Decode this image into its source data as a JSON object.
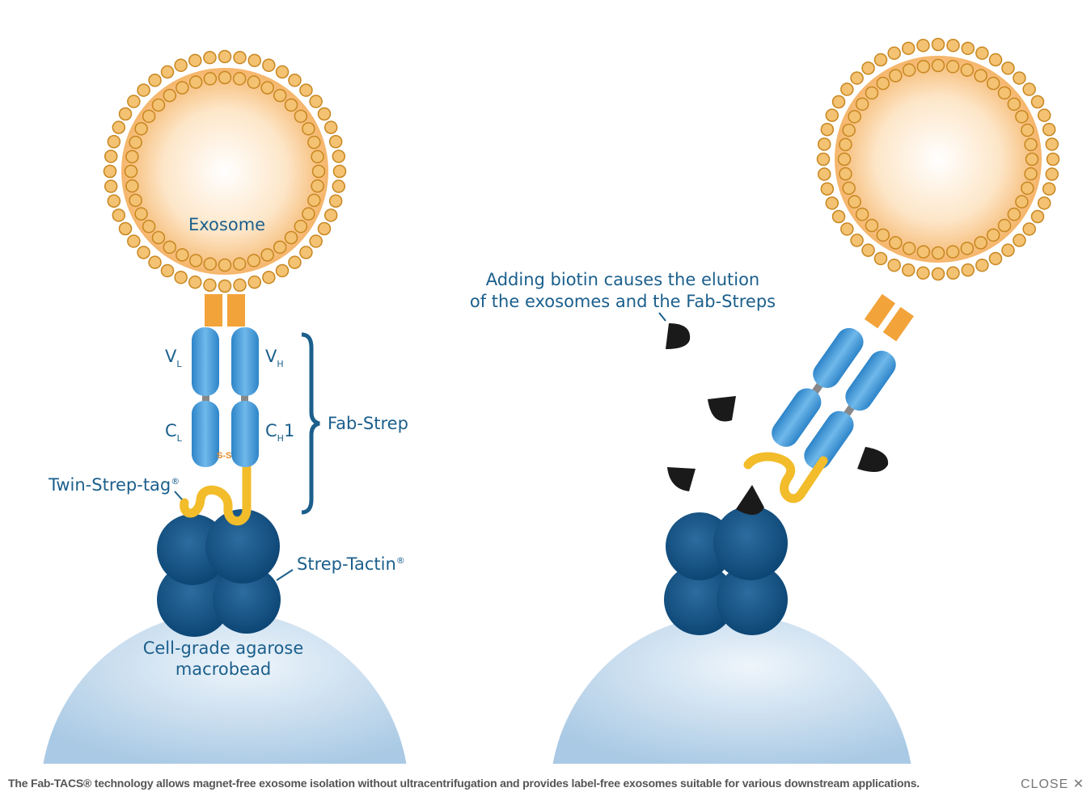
{
  "labels": {
    "exosome": "Exosome",
    "vl": "V",
    "vl_sub": "L",
    "vh": "V",
    "vh_sub": "H",
    "cl": "C",
    "cl_sub": "L",
    "ch1": "C",
    "ch1_sub": "H",
    "ch1_suffix": "1",
    "fab_strep": "Fab-Strep",
    "twin_strep_tag": "Twin-Strep-tag",
    "twin_strep_tag_reg": "®",
    "strep_tactin": "Strep-Tactin",
    "strep_tactin_reg": "®",
    "macrobead_line1": "Cell-grade agarose",
    "macrobead_line2": "macrobead",
    "ss_bond": "S-S",
    "elution_line1": "Adding biotin causes the elution",
    "elution_line2": "of the exosomes and the Fab-Streps"
  },
  "caption": "The Fab-TACS® technology allows magnet-free exosome isolation without ultracentrifugation and provides label-free exosomes suitable for various downstream applications.",
  "close_label": "CLOSE ✕",
  "colors": {
    "label": "#1b5f8c",
    "membrane": "#e0a030",
    "antibody": "#3a96d6",
    "tag": "#f2bc2a",
    "tactin": "#0f4f80",
    "bead": "#b8d4ea",
    "biotin": "#1a1a1a"
  }
}
